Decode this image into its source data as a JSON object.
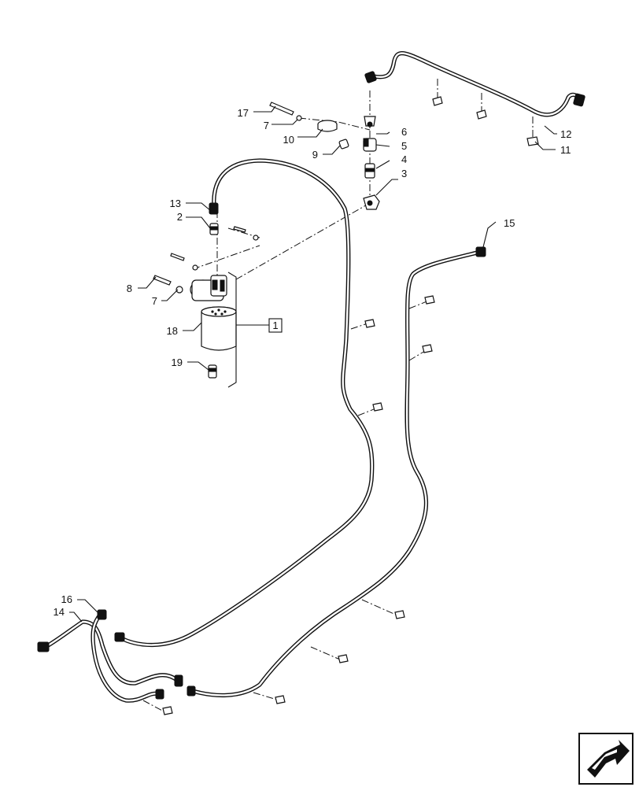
{
  "callouts": {
    "c1": "1",
    "c2": "2",
    "c3": "3",
    "c4": "4",
    "c5": "5",
    "c6": "6",
    "c7a": "7",
    "c7b": "7",
    "c8": "8",
    "c9": "9",
    "c10": "10",
    "c11": "11",
    "c12": "12",
    "c13": "13",
    "c14": "14",
    "c15": "15",
    "c16": "16",
    "c17": "17",
    "c18": "18",
    "c19": "19"
  },
  "icons": {
    "nav": "next-page-arrow-icon"
  }
}
